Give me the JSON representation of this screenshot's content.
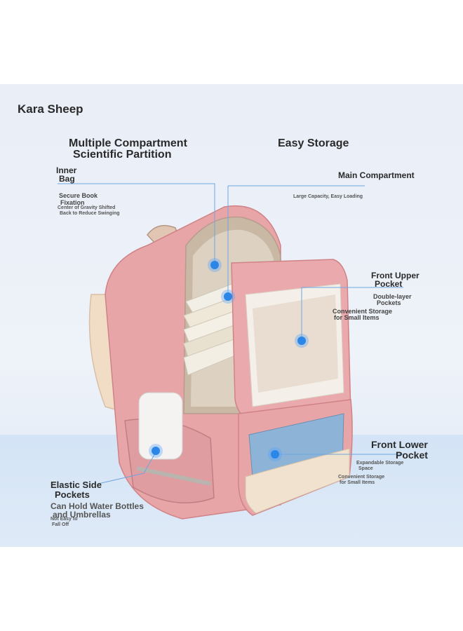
{
  "brand": "Kara Sheep",
  "headings": {
    "partition_line1": "Multiple Compartment",
    "partition_line2": "Scientific Partition",
    "storage": "Easy Storage"
  },
  "callouts": {
    "inner_bag": {
      "title_line1": "Inner",
      "title_line2": "Bag"
    },
    "book": {
      "title_line1": "Secure Book",
      "title_line2": "Fixation",
      "desc_line1": "Center of Gravity Shifted",
      "desc_line2": "Back to Reduce Swinging"
    },
    "main": {
      "title": "Main Compartment",
      "desc": "Large Capacity, Easy Loading"
    },
    "front_upper": {
      "title_line1": "Front Upper",
      "title_line2": "Pocket",
      "sub_line1": "Double-layer",
      "sub_line2": "Pockets",
      "desc_line1": "Convenient Storage",
      "desc_line2": "for Small Items"
    },
    "front_lower": {
      "title_line1": "Front Lower",
      "title_line2": "Pocket",
      "sub_line1": "Expandable Storage",
      "sub_line2": "Space",
      "desc_line1": "Convenient Storage",
      "desc_line2": "for Small Items"
    },
    "side": {
      "title_line1": "Elastic Side",
      "title_line2": "Pockets",
      "desc_line1": "Can Hold Water Bottles",
      "desc_line2": "and Umbrellas",
      "sub_line1": "Not Easy to",
      "sub_line2": "Fall Off"
    }
  },
  "colors": {
    "bag_pink": "#e8a5a8",
    "bag_pink_dark": "#cf8387",
    "beige": "#f1dcc6",
    "accent_blue": "#2b86e8"
  },
  "icons": [
    "backpack-illustration",
    "callout-dot"
  ]
}
